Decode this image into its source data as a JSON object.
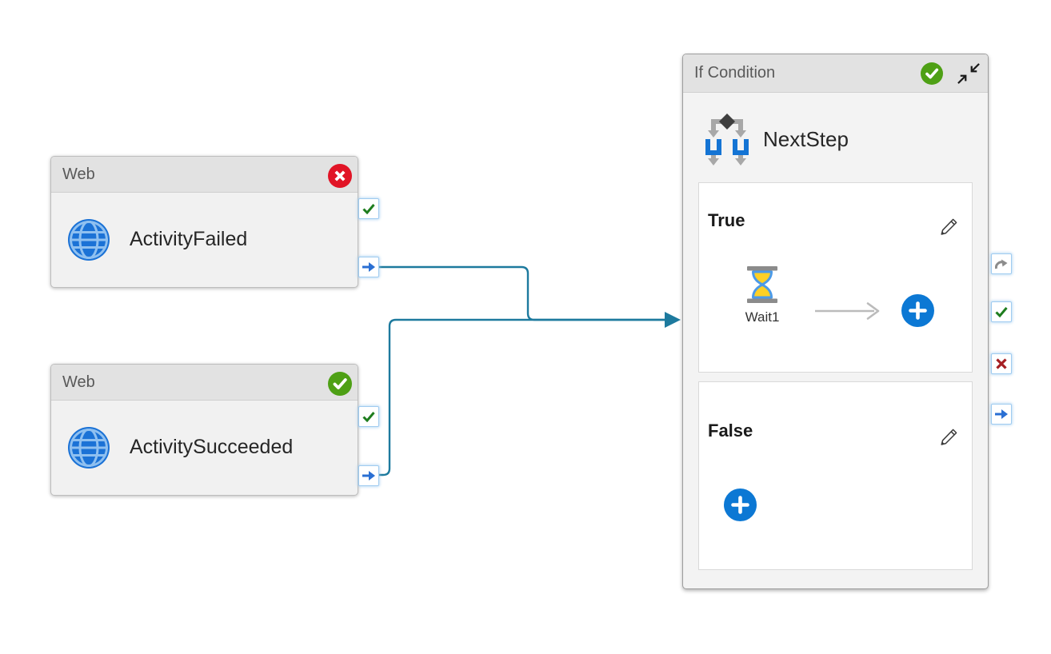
{
  "canvas": {
    "type": "pipeline-canvas"
  },
  "colors": {
    "edge": "#1d7a9e",
    "accent_blue": "#0c78d4",
    "success_green": "#4ea015",
    "error_red": "#e11426",
    "header_gray": "#e2e2e2",
    "body_gray": "#f1f1f1"
  },
  "nodes": {
    "activity_failed": {
      "type_label": "Web",
      "name": "ActivityFailed",
      "status": "failed",
      "ports": [
        "success",
        "completion"
      ]
    },
    "activity_succeeded": {
      "type_label": "Web",
      "name": "ActivitySucceeded",
      "status": "succeeded",
      "ports": [
        "success",
        "completion"
      ]
    },
    "if_condition": {
      "type_label": "If Condition",
      "name": "NextStep",
      "status": "succeeded",
      "ports": [
        "skipped",
        "success",
        "failure",
        "completion"
      ],
      "true_branch": {
        "label": "True",
        "activity": {
          "name": "Wait1",
          "type": "wait"
        }
      },
      "false_branch": {
        "label": "False"
      }
    }
  },
  "edges": [
    {
      "from": "ActivityFailed (completion)",
      "to": "NextStep"
    },
    {
      "from": "ActivitySucceeded (completion)",
      "to": "NextStep"
    }
  ]
}
